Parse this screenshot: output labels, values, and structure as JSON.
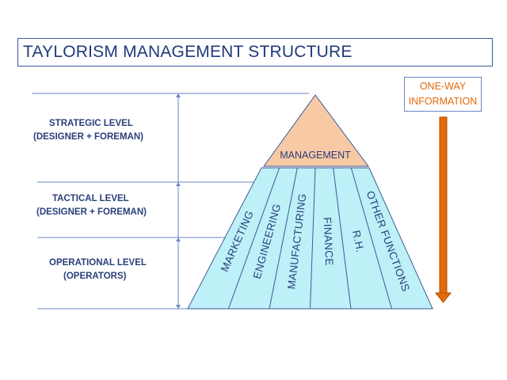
{
  "title": "TAYLORISM MANAGEMENT STRUCTURE",
  "levels": [
    {
      "name": "STRATEGIC LEVEL",
      "detail": "(DESIGNER + FOREMAN)"
    },
    {
      "name": "TACTICAL LEVEL",
      "detail": "(DESIGNER + FOREMAN)"
    },
    {
      "name": "OPERATIONAL LEVEL",
      "detail": "(OPERATORS)"
    }
  ],
  "management_label": "MANAGEMENT",
  "functions": [
    "MARKETING",
    "ENGINEERING",
    "MANUFACTURING",
    "FINANCE",
    "R.H.",
    "OTHER FUNCTIONS"
  ],
  "info_flow": {
    "line1": "ONE-WAY",
    "line2": "INFORMATION"
  },
  "colors": {
    "title_border": "#3d5a99",
    "apex_fill": "#f8c9a5",
    "base_fill": "#bdf0f7",
    "outline": "#3d5a99",
    "arrow": "#e36a0a",
    "text": "#2a3f7a"
  }
}
